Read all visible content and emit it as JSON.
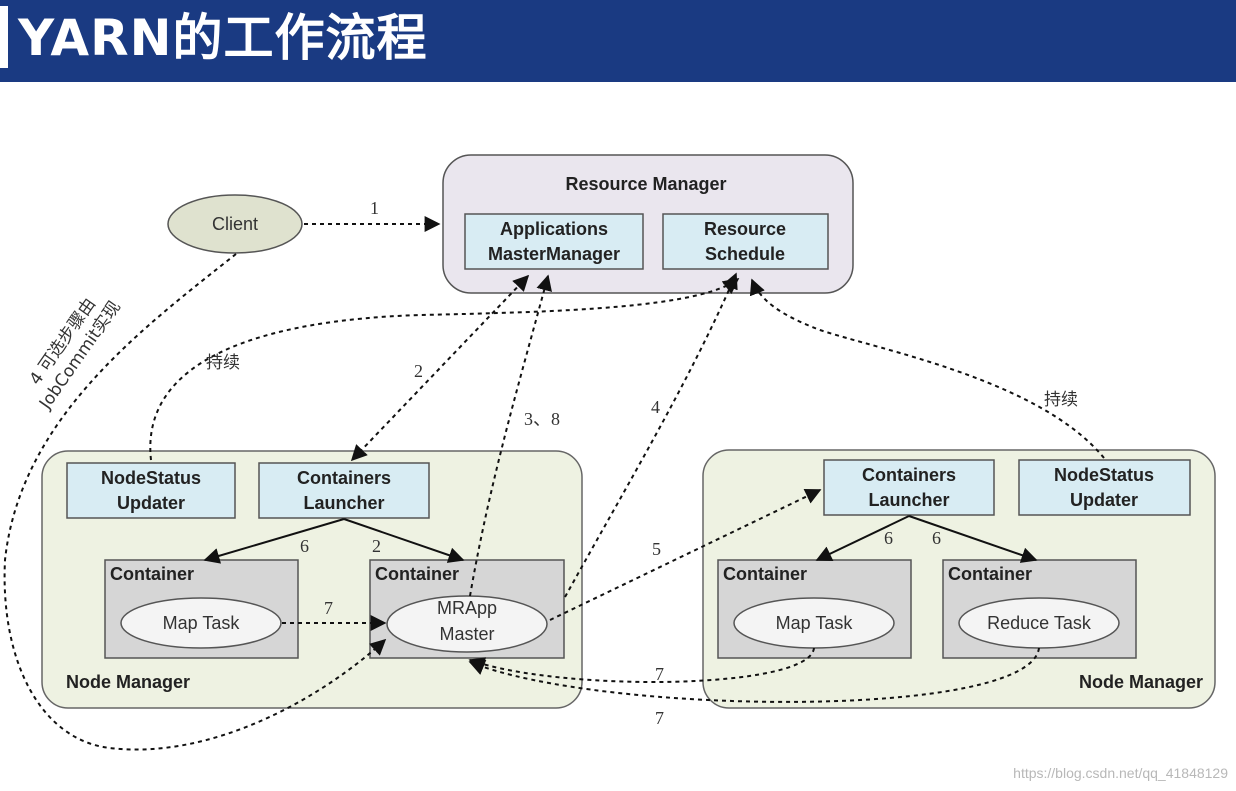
{
  "header": {
    "title": "YARN的工作流程"
  },
  "client": {
    "label": "Client"
  },
  "resource_manager": {
    "title": "Resource Manager",
    "applications_manager": [
      "Applications",
      "MasterManager"
    ],
    "resource_schedule": [
      "Resource",
      "Schedule"
    ]
  },
  "node_manager_left": {
    "title": "Node Manager",
    "nodestatus_updater": [
      "NodeStatus",
      "Updater"
    ],
    "containers_launcher": [
      "Containers",
      "Launcher"
    ],
    "container_1": {
      "title": "Container",
      "task": "Map Task"
    },
    "container_2": {
      "title": "Container",
      "task": [
        "MRApp",
        "Master"
      ]
    }
  },
  "node_manager_right": {
    "title": "Node Manager",
    "containers_launcher": [
      "Containers",
      "Launcher"
    ],
    "nodestatus_updater": [
      "NodeStatus",
      "Updater"
    ],
    "container_1": {
      "title": "Container",
      "task": "Map Task"
    },
    "container_2": {
      "title": "Container",
      "task": "Reduce Task"
    }
  },
  "edges": {
    "step_1": "1",
    "step_2": "2",
    "step_2b": "2",
    "step_3_8": "3、8",
    "step_4": "4",
    "step_5": "5",
    "step_6a": "6",
    "step_6b": "6",
    "step_6c": "6",
    "step_7a": "7",
    "step_7b": "7",
    "step_7c": "7",
    "continuous_left": "持续",
    "continuous_right": "持续",
    "optional_step": [
      "4 可选步骤由",
      "JobCommit实现"
    ]
  },
  "colors": {
    "header_bg": "#1a3a82",
    "rm_bg": "#eae6ee",
    "nm_bg": "#eef2e2",
    "inner_box": "#d8ecf3",
    "container_bg": "#d6d6d6",
    "client_fill": "#dfe2cf"
  },
  "watermark": "https://blog.csdn.net/qq_41848129"
}
